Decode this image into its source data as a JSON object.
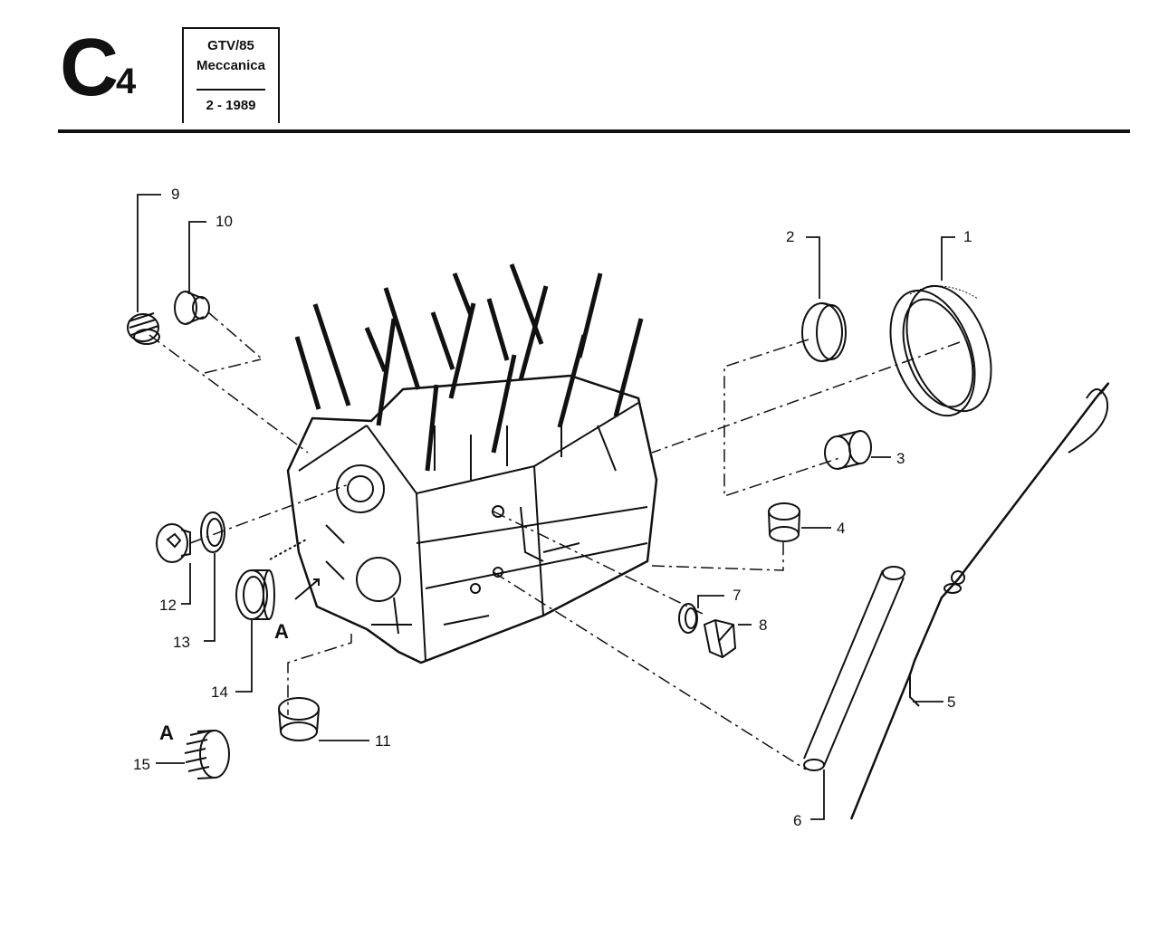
{
  "header": {
    "section_letter": "C",
    "section_number": "4",
    "model": "GTV/85",
    "group": "Meccanica",
    "date": "2 - 1989"
  },
  "callouts": {
    "c1": "1",
    "c2": "2",
    "c3": "3",
    "c4": "4",
    "c5": "5",
    "c6": "6",
    "c7": "7",
    "c8": "8",
    "c9": "9",
    "c10": "10",
    "c11": "11",
    "c12": "12",
    "c13": "13",
    "c14": "14",
    "c15": "15"
  },
  "detail_marker": "A"
}
